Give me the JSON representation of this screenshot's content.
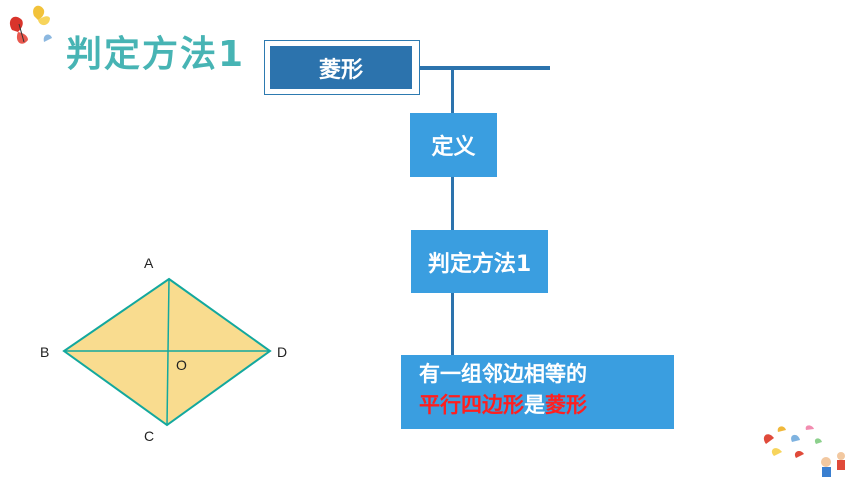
{
  "slide": {
    "title": "判定方法1"
  },
  "chart": {
    "root_label": "菱形",
    "definition_label": "定义",
    "method_label": "判定方法1",
    "answer": {
      "line1": "有一组邻边相等的",
      "line2_part1": "平行四边形",
      "line2_part2": "是",
      "line2_part3": "菱形"
    }
  },
  "figure": {
    "vertices": {
      "a": "A",
      "b": "B",
      "c": "C",
      "d": "D",
      "o": "O"
    },
    "fill_color": "#f9dc8f",
    "stroke_color": "#13a89e"
  },
  "colors": {
    "title": "#47b4b4",
    "root_box": "#2c73ad",
    "node_box": "#3a9ee0",
    "highlight": "#ff1f1f"
  },
  "decorations": {
    "top_left": "butterflies-icon",
    "bottom_right": "butterflies-kids-icon"
  }
}
